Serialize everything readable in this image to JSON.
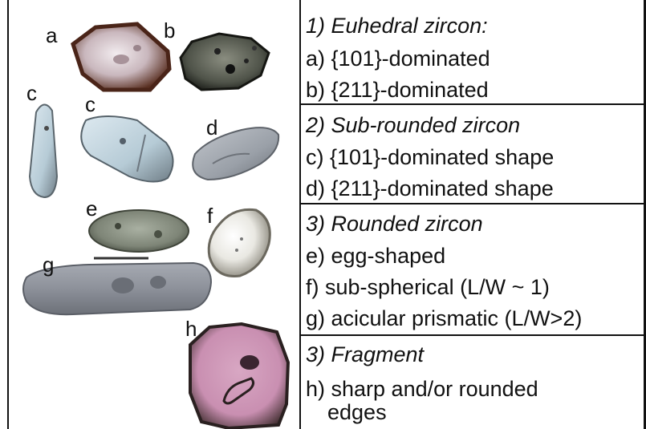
{
  "grain_labels": {
    "a": "a",
    "b": "b",
    "c_left": "c",
    "c_center": "c",
    "d": "d",
    "e": "e",
    "f": "f",
    "g": "g",
    "h": "h"
  },
  "legend": {
    "sections": [
      {
        "heading": "1) Euhedral zircon:",
        "items": [
          "a) {101}-dominated",
          "b) {211}-dominated"
        ]
      },
      {
        "heading": "2) Sub-rounded zircon",
        "items": [
          "c) {101}-dominated shape",
          "d) {211}-dominated shape"
        ]
      },
      {
        "heading": "3) Rounded zircon",
        "items": [
          "e) egg-shaped",
          "f) sub-spherical (L/W ~ 1)",
          "g) acicular prismatic (L/W>2)"
        ]
      },
      {
        "heading": "3) Fragment",
        "items": [
          "h) sharp and/or rounded",
          "edges"
        ]
      }
    ]
  }
}
